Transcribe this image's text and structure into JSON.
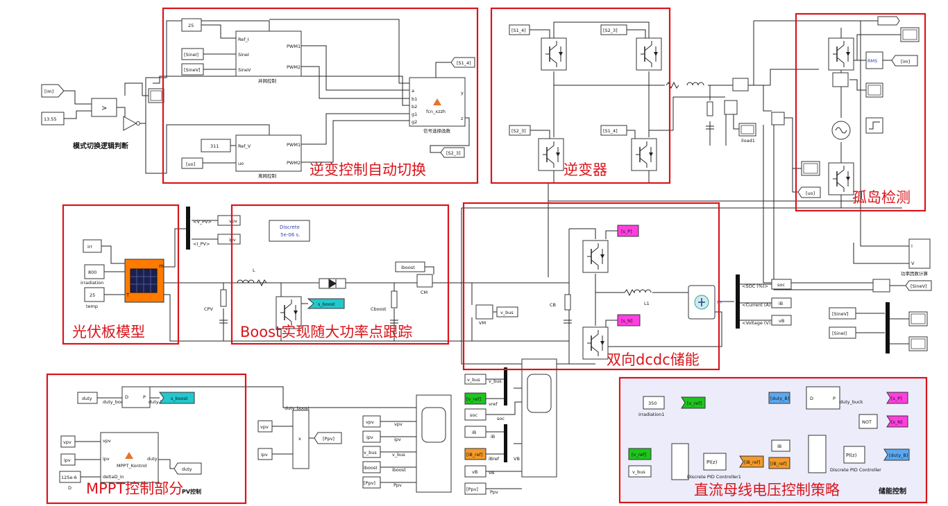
{
  "colors": {
    "annotation_red": "#d9141b",
    "goto_cyan": "#23c8cd",
    "goto_magenta": "#ff3fe0",
    "goto_green": "#1ec51e",
    "goto_orange": "#f39a28",
    "goto_blue": "#5ba8f0",
    "pv_orange": "#ff7a00",
    "panel_blue": "#ececfa"
  },
  "mode_logic": {
    "from_im": "[im]",
    "const_1355": "13.55",
    "compare": ">",
    "label": "模式切换逻辑判断"
  },
  "inverter_control": {
    "const_25": "25",
    "from_sinei": "[SineI]",
    "from_sinev": "[SineV]",
    "grid_ports": [
      "Ref_I",
      "SineI",
      "SineV",
      "PWM1",
      "PWM2"
    ],
    "grid_name": "并网控制",
    "const_311": "311",
    "from_uo": "[uo]",
    "off_ports": [
      "Ref_V",
      "uo",
      "PWM1",
      "PWM2"
    ],
    "off_name": "离网控制",
    "fcn_ports": [
      "a",
      "b1",
      "b2",
      "g1",
      "g2",
      "y",
      "z"
    ],
    "fcn_title": "fcn_xzzh",
    "fcn_name": "信号选择函数",
    "goto_s14": "[S1_4]",
    "goto_s23": "[S2_3]",
    "annotation": "逆变控制自动切换"
  },
  "inverter": {
    "tags": [
      "[S1_4]",
      "[S2_3]",
      "[S2_3]",
      "[S1_4]"
    ],
    "annotation": "逆变器"
  },
  "island": {
    "rms": "RMS",
    "goto_im": "[im]",
    "goto_uo": "[uo]",
    "iload": "iload1",
    "annotation": "孤岛检测"
  },
  "pv": {
    "from_irr": "irr",
    "const_800": "800",
    "irradiation": "irradiation",
    "const_25": "25",
    "temp": "temp",
    "port_m": "m",
    "port_t": "T",
    "bus_v": "<V_PV>",
    "bus_i": "<I_PV>",
    "goto_vpv": "vpv",
    "goto_ipv": "ipv",
    "cpv": "CPV",
    "annotation": "光伏板模型"
  },
  "boost": {
    "discrete_line1": "Discrete",
    "discrete_line2": "5e-06 s.",
    "inductor": "L",
    "from_sboost": "s_boost",
    "cboost": "Cboost",
    "goto_iboost": "iboost",
    "cm": "CM",
    "annotation": "Boost实现随大功率点跟踪"
  },
  "dcdc": {
    "from_sp": "[s_P]",
    "from_sn": "[s_N]",
    "l1": "L1",
    "cb": "CB",
    "vm": "VM",
    "goto_vbus": "v_bus",
    "bat_m": "m",
    "bat_signals": [
      "<SOC (%)>",
      "<Current (A)>",
      "<Voltage (V)>"
    ],
    "goto_soc": "soc",
    "goto_ib": "iB",
    "goto_vb": "vB",
    "annotation": "双向dcdc储能"
  },
  "power_calc": {
    "in1": "I",
    "in2": "V",
    "name": "功率因数计算",
    "goto_sinev": "[SineV]",
    "from_sinev": "[SineV]",
    "from_sinei": "[SineI]"
  },
  "mppt": {
    "from_duty": "duty",
    "sig_duty_boost": "duty_boost",
    "sig_duty_boost2": "duty-boost",
    "d": "D",
    "p": "P",
    "goto_sboost": "s_boost",
    "from_vpv": "vpv",
    "from_ipv": "ipv",
    "const_d": "125e-6",
    "sig_d": "D",
    "ports_in": [
      "vpv",
      "ipv",
      "deltaD_in"
    ],
    "port_out": "duty",
    "block": "MPPT_Kontrol",
    "goto_duty": "duty",
    "annotation": "MPPT控制部分",
    "sub": "PV控制"
  },
  "ppv_calc": {
    "in1": "vpv",
    "in2": "ipv",
    "op": "x",
    "goto_ppv": "[Ppv]",
    "sig_top": "duty_boost"
  },
  "scope1": {
    "sources": [
      "vpv",
      "ipv",
      "v_bus",
      "iboost",
      "[Ppv]"
    ],
    "labels": [
      "vpv",
      "ipv",
      "v_bus",
      "iboost",
      "Ppv"
    ]
  },
  "scope2": {
    "sources": [
      "v_bus",
      "[v_ref]",
      "soc",
      "iB",
      "[iB_ref]",
      "vB",
      "[Ppv]"
    ],
    "labels": [
      "v_bus",
      "vref",
      "soc",
      "iB",
      "iBref",
      "vB",
      "Ppv"
    ],
    "extra": "VB"
  },
  "storage_ctrl": {
    "const_350": "350",
    "irradiation1": "irradiation1",
    "goto_vref": "[v_ref]",
    "from_dutyb": "[duty_B]",
    "sig_duty_buck": "duty_buck",
    "d": "D",
    "p": "P",
    "goto_sp": "[s_P]",
    "not": "NOT",
    "goto_sn": "[s_N]",
    "from_vref": "[v_ref]",
    "from_vbus": "v_bus",
    "pi1": "PI(z)",
    "pi1_name": "Discrete PID Controller1",
    "goto_ibref": "[iB_ref]",
    "from_ib": "iB",
    "from_ibref": "[iB_ref]",
    "pi2": "PI(z)",
    "pi2_name": "Discrete PID Controller",
    "goto_dutyb": "[duty_B]",
    "annotation": "直流母线电压控制策略",
    "title": "储能控制"
  }
}
